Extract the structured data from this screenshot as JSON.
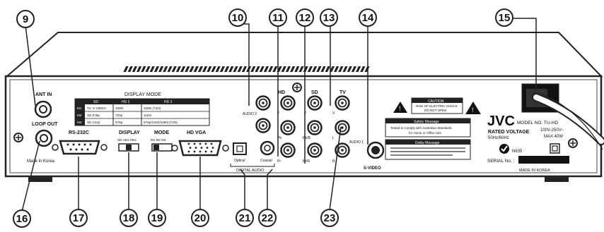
{
  "callouts": [
    "9",
    "10",
    "11",
    "12",
    "13",
    "14",
    "15",
    "16",
    "17",
    "18",
    "19",
    "20",
    "21",
    "22",
    "23"
  ],
  "labels": {
    "ant_in": "ANT IN",
    "loop_out": "LOOP OUT",
    "display_mode": "DISPLAY MODE",
    "rs232c": "RS-232C",
    "display": "DISPLAY",
    "mode": "MODE",
    "hd_vga": "HD VGA",
    "made_in_korea_left": "Made in Korea",
    "hd": "HD",
    "sd": "SD",
    "tv": "TV",
    "audio2": "AUDIO 2",
    "audio1": "AUDIO 1",
    "optical": "Optical",
    "coaxial": "Coaxial",
    "digital_audio": "DIGITAL AUDIO",
    "s_video": "S-VIDEO",
    "jack_y_hd": "Y",
    "jack_pb": "Pb",
    "jack_pr": "Pr",
    "jack_y_sd": "Y",
    "jack_pbsd": "Pb/B",
    "jack_prsd": "Pr/R",
    "jack_v": "V",
    "jack_l": "L",
    "jack_r": "R",
    "caution": "CAUTION",
    "risk_shock": "RISK OF ELECTRIC SHOCK",
    "do_not_open": "DO NOT OPEN",
    "safety_message": "Safety Message",
    "tested_1": "Tested to Comply with Australian Standards",
    "tested_2": "for Home or Office Use",
    "dolby_message": "Dolby Message",
    "jvc": "JVC",
    "model_no": "MODEL NO. TU-HD",
    "rated_voltage": "RATED VOLTAGE",
    "freq": "50Hz/60Hz",
    "volts": "100V-250V~",
    "max_w": "MAX 40W",
    "n_code": "N635",
    "serial_no": "SERIAL No. :",
    "made_in_korea_right": "MADE IN KOREA"
  },
  "display_table": {
    "headers": [
      "",
      "SD",
      "HD 1",
      "HD 2"
    ],
    "rows": [
      [
        "M1",
        "TV, S-VIDEO",
        "1080i",
        "1080i (720i)"
      ],
      [
        "M2",
        "SD 576p",
        "720p",
        "1152i"
      ],
      [
        "M3",
        "SD 1S2p",
        "576p",
        "576p/1152i/1080i (720i)"
      ]
    ]
  },
  "switch_display_opts": "SD HD1 HD2",
  "switch_mode_opts": "M1 M2 M3"
}
